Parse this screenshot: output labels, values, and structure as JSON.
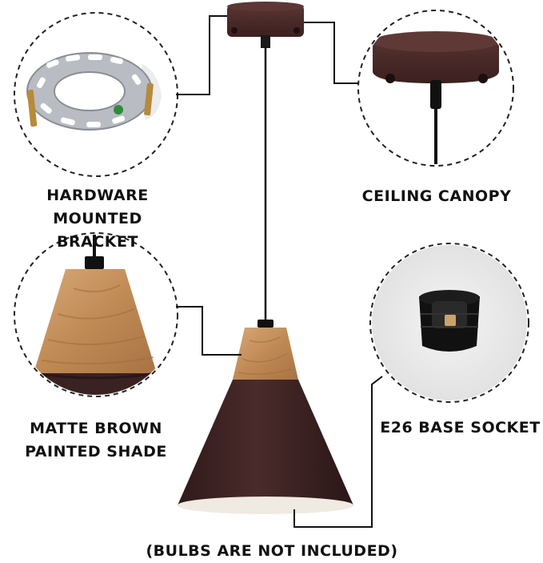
{
  "callouts": {
    "bracket": {
      "line1": "HARDWARE MOUNTED",
      "line2": "BRACKET"
    },
    "canopy": {
      "line1": "CEILING CANOPY"
    },
    "shade": {
      "line1": "MATTE BROWN",
      "line2": "PAINTED SHADE"
    },
    "socket": {
      "line1": "E26 BASE SOCKET"
    }
  },
  "footnote": "(BULBS ARE NOT INCLUDED)",
  "colors": {
    "shade_brown": "#3d2324",
    "wood": "#c08a55",
    "canopy_brown": "#4a2a28",
    "shade_interior": "#efeae2",
    "dashed_circle": "#222222"
  }
}
